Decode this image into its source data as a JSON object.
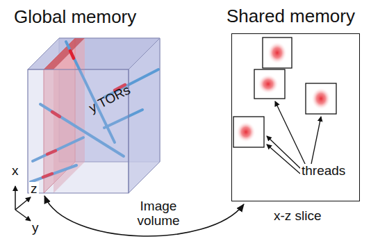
{
  "diagram": {
    "nodes": [
      {
        "text": [
          "Global memory",
          "Image volume"
        ]
      },
      {
        "text": [
          "Shared memory",
          "x-z slice"
        ]
      }
    ],
    "edges": [
      {
        "from": 0,
        "to": 1,
        "arrow": "both"
      }
    ],
    "labels": [
      "y TORs",
      "threads",
      "x",
      "z",
      "y"
    ]
  }
}
